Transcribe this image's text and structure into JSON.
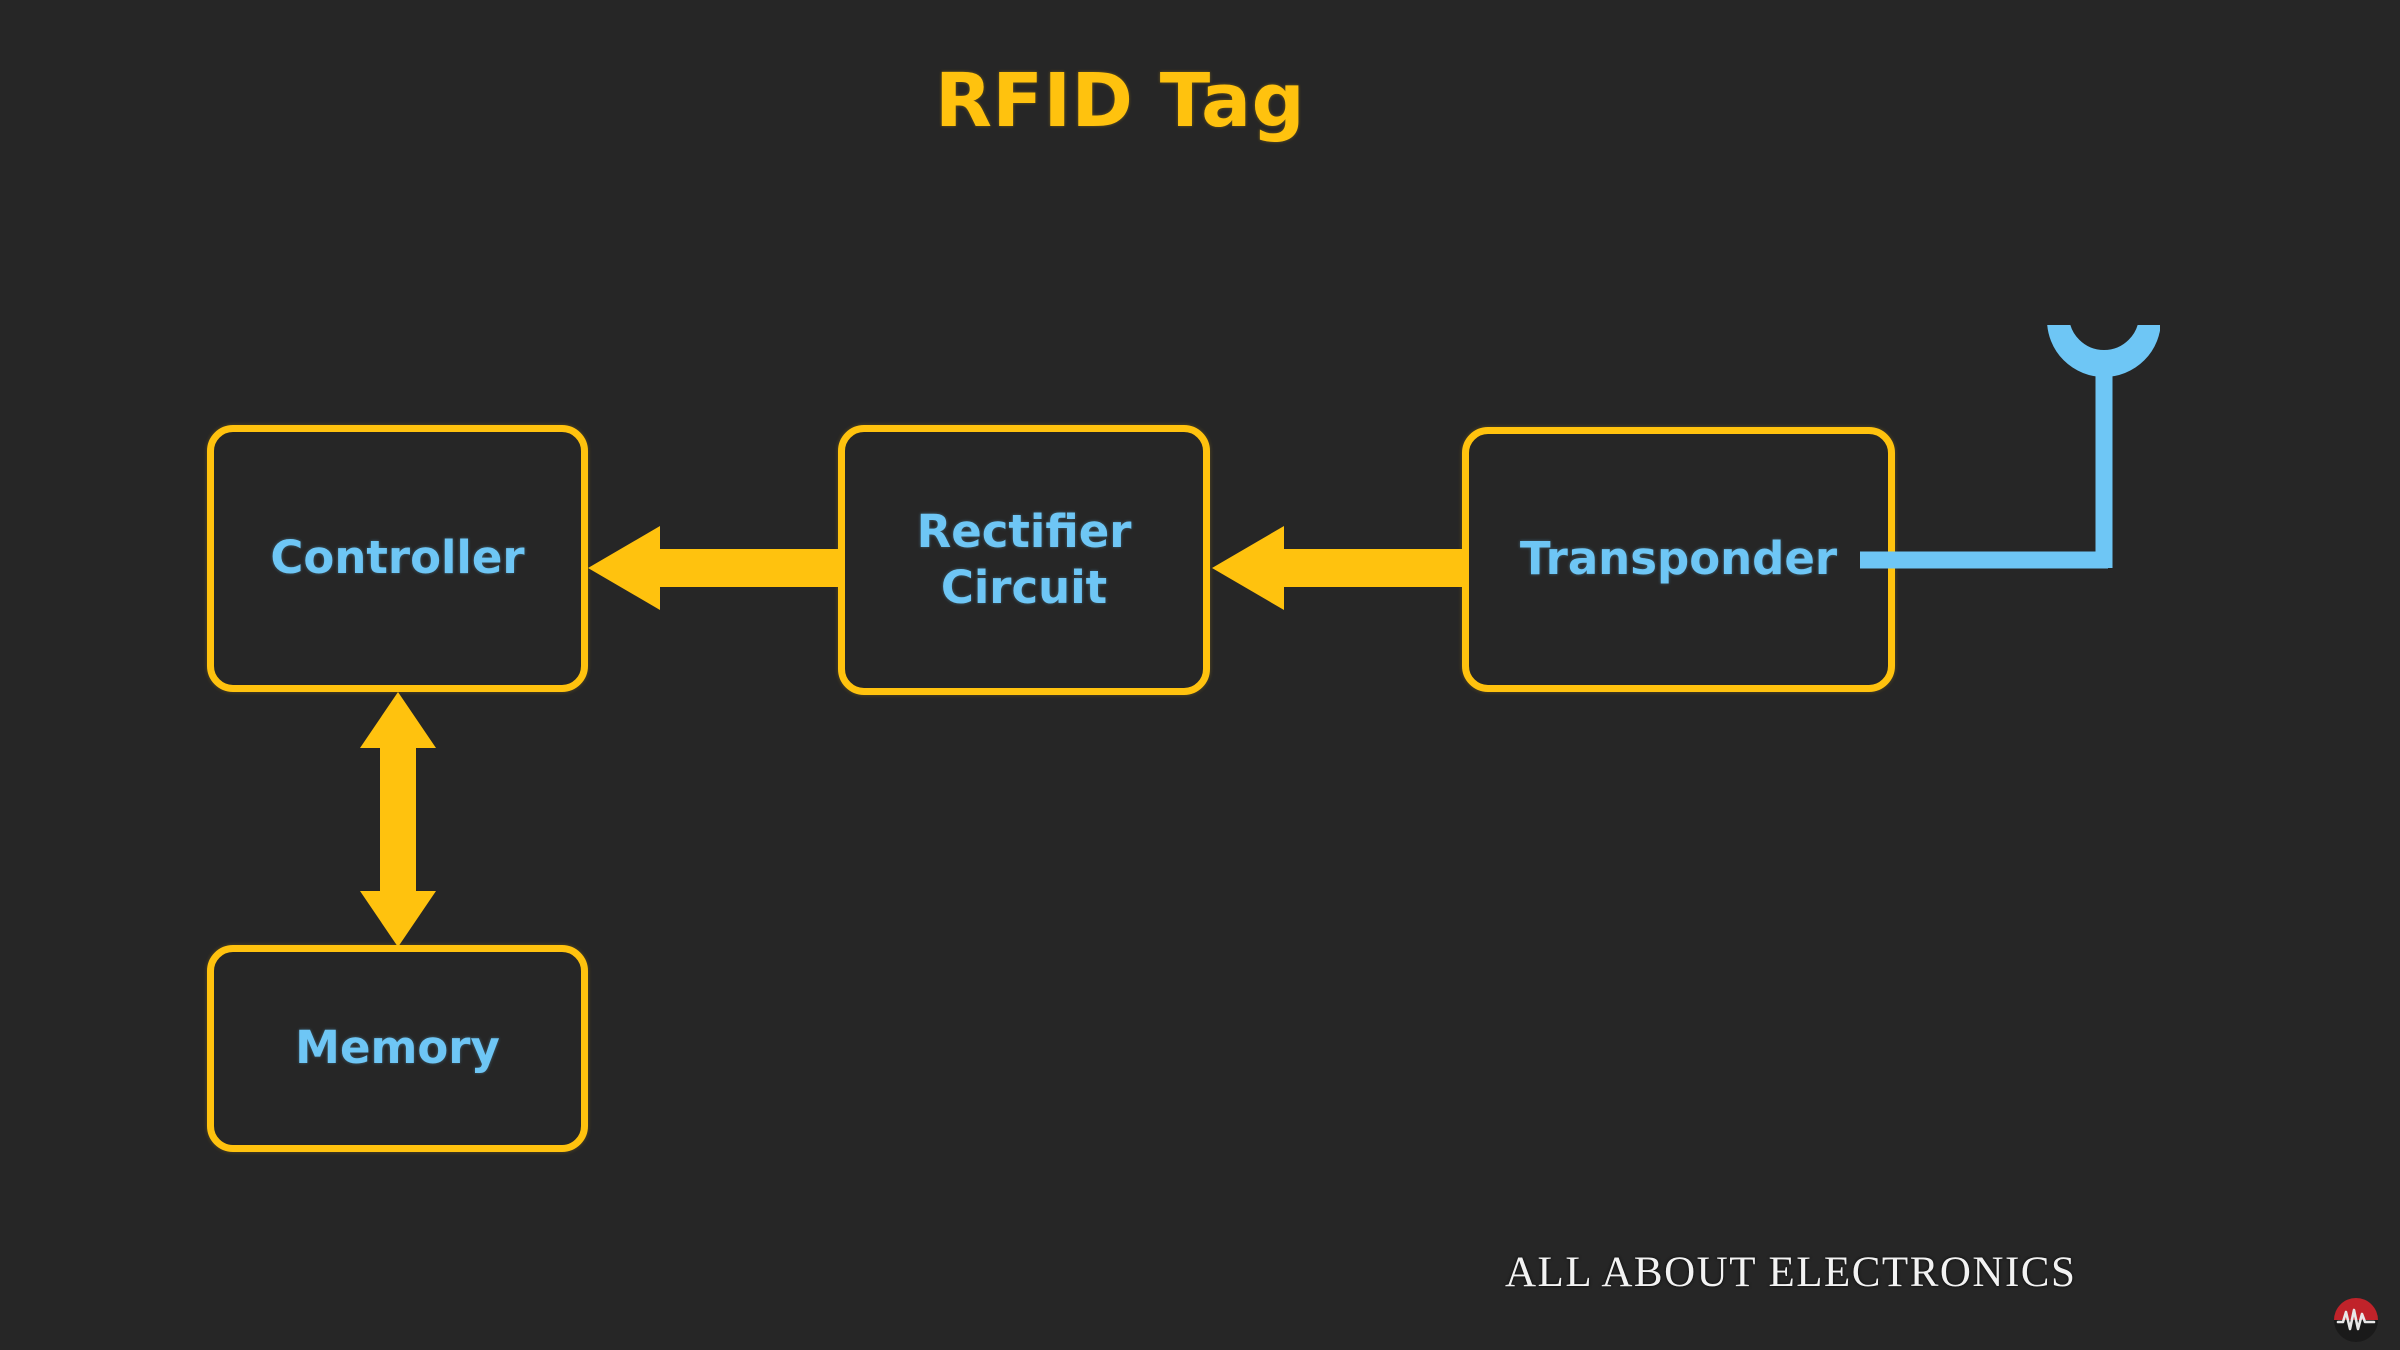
{
  "slide": {
    "title": "RFID Tag",
    "background_color": "#262626",
    "accent_color": "#FFC20E",
    "text_color": "#6EC6F5"
  },
  "diagram": {
    "blocks": [
      {
        "id": "controller",
        "label": "Controller"
      },
      {
        "id": "rectifier",
        "label": "Rectifier\nCircuit"
      },
      {
        "id": "transponder",
        "label": "Transponder"
      },
      {
        "id": "memory",
        "label": "Memory"
      }
    ],
    "connections": [
      {
        "id": "rectifier-to-controller",
        "from": "rectifier",
        "to": "controller",
        "direction": "left",
        "color": "#FFC20E"
      },
      {
        "id": "transponder-to-rectifier",
        "from": "transponder",
        "to": "rectifier",
        "direction": "left",
        "color": "#FFC20E"
      },
      {
        "id": "controller-memory",
        "from": "controller",
        "to": "memory",
        "direction": "bidirectional-vertical",
        "color": "#FFC20E"
      },
      {
        "id": "transponder-to-antenna",
        "from": "transponder",
        "to": "antenna",
        "direction": "right-up",
        "color": "#6EC6F5"
      }
    ],
    "antenna": {
      "id": "antenna",
      "shape": "u-cup-with-stem",
      "color": "#6EC6F5"
    }
  },
  "watermark": {
    "text": "ALL ABOUT ELECTRONICS",
    "logo_colors": {
      "circle_top": "#C0232A",
      "circle_bottom": "#1A1A1A",
      "wave": "#E8E8E8"
    }
  }
}
